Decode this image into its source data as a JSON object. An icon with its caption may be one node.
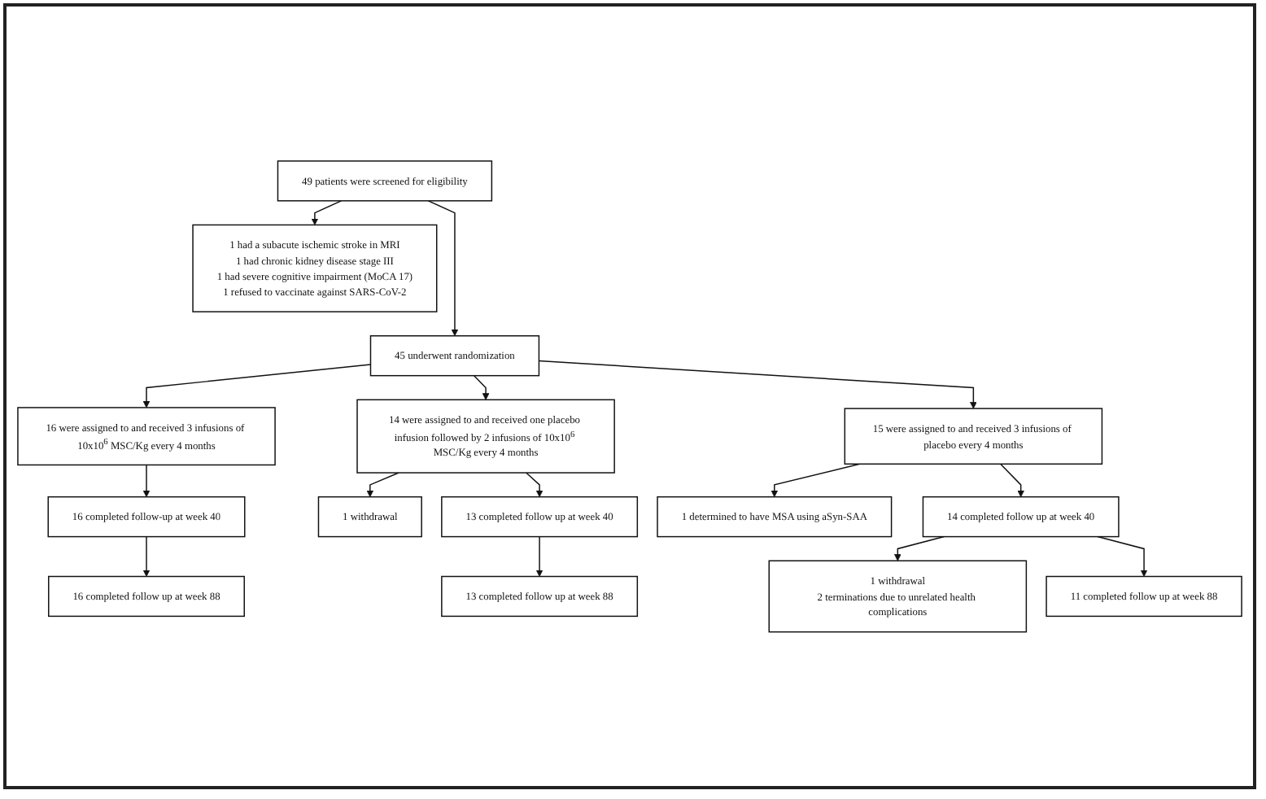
{
  "diagram": {
    "nodes": [
      {
        "text": [
          "49 patients were screened for eligibility"
        ]
      },
      {
        "text": [
          "1 had a subacute ischemic stroke in MRI",
          "1 had chronic kidney disease stage III",
          "1 had severe cognitive impairment (MoCA 17)",
          "1 refused to vaccinate against SARS-CoV-2"
        ]
      },
      {
        "text": [
          "45 underwent randomization"
        ]
      },
      {
        "text": [
          "16 were assigned to and received 3 infusions of 10x10$^{6}$ MSC/Kg every 4 months"
        ]
      },
      {
        "text": [
          "14 were assigned to and received one placebo infusion followed by 2 infusions of 10x10$^{6}$ MSC/Kg every 4 months"
        ]
      },
      {
        "text": [
          "15 were assigned to and received 3 infusions of placebo every 4 months"
        ]
      },
      {
        "text": [
          "1 withdrawal"
        ]
      },
      {
        "text": [
          "1 determined to have MSA using aSyn-SAA"
        ]
      },
      {
        "text": [
          "16 completed follow-up at week 40"
        ]
      },
      {
        "text": [
          "13 completed follow up at week 40"
        ]
      },
      {
        "text": [
          "14 completed follow up at week 40"
        ]
      },
      {
        "text": [
          "1 withdrawal",
          "2 terminations due to unrelated health complications"
        ]
      },
      {
        "text": [
          "16 completed follow up at week 88"
        ]
      },
      {
        "text": [
          "13 completed follow up at week 88"
        ]
      },
      {
        "text": [
          "11 completed follow up at week 88"
        ]
      }
    ],
    "edges": [
      {
        "from": 0,
        "to": 1,
        "arrow": "to"
      },
      {
        "from": 0,
        "to": 2,
        "arrow": "to"
      },
      {
        "from": 2,
        "to": 3,
        "arrow": "to"
      },
      {
        "from": 2,
        "to": 4,
        "arrow": "to"
      },
      {
        "from": 2,
        "to": 5,
        "arrow": "to"
      },
      {
        "from": 3,
        "to": 8,
        "arrow": "to"
      },
      {
        "from": 4,
        "to": 6,
        "arrow": "to"
      },
      {
        "from": 4,
        "to": 9,
        "arrow": "to"
      },
      {
        "from": 5,
        "to": 7,
        "arrow": "to"
      },
      {
        "from": 5,
        "to": 10,
        "arrow": "to"
      },
      {
        "from": 8,
        "to": 12,
        "arrow": "to"
      },
      {
        "from": 9,
        "to": 13,
        "arrow": "to"
      },
      {
        "from": 10,
        "to": 11,
        "arrow": "to"
      },
      {
        "from": 10,
        "to": 14,
        "arrow": "to"
      }
    ]
  }
}
